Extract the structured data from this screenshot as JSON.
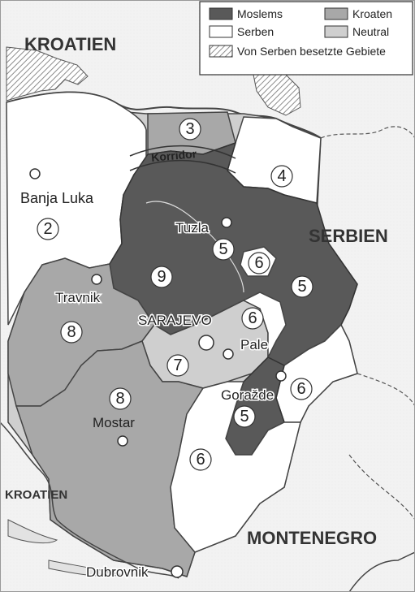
{
  "legend": {
    "items": [
      {
        "label": "Moslems",
        "swatch": "moslem"
      },
      {
        "label": "Kroaten",
        "swatch": "croat"
      },
      {
        "label": "Serben",
        "swatch": "serb"
      },
      {
        "label": "Neutral",
        "swatch": "neutral"
      },
      {
        "label": "Von Serben besetzte Gebiete",
        "swatch": "occupied"
      }
    ]
  },
  "countries": {
    "kroatien_north": "KROATIEN",
    "kroatien_south": "KROATIEN",
    "serbien": "SERBIEN",
    "montenegro": "MONTENEGRO"
  },
  "cities": {
    "banja_luka": "Banja Luka",
    "tuzla": "Tuzla",
    "travnik": "Travnik",
    "sarajevo": "SARAJEVO",
    "pale": "Pale",
    "gorazde": "Goražde",
    "mostar": "Mostar",
    "dubrovnik": "Dubrovnik"
  },
  "corridor": "Korridor",
  "regions": {
    "r1": "3",
    "r2": "4",
    "r3": "2",
    "r4": "5",
    "r5": "6",
    "r6": "9",
    "r7": "5",
    "r8": "8",
    "r9": "6",
    "r10": "7",
    "r11": "6",
    "r12": "8",
    "r13": "5",
    "r14": "6"
  },
  "colors": {
    "moslem": "#595959",
    "croat": "#a8a8a8",
    "serb": "#ffffff",
    "neutral": "#c8c8c8",
    "background": "#f2f2f2",
    "occupied_hatch": "#8c8c8c"
  }
}
